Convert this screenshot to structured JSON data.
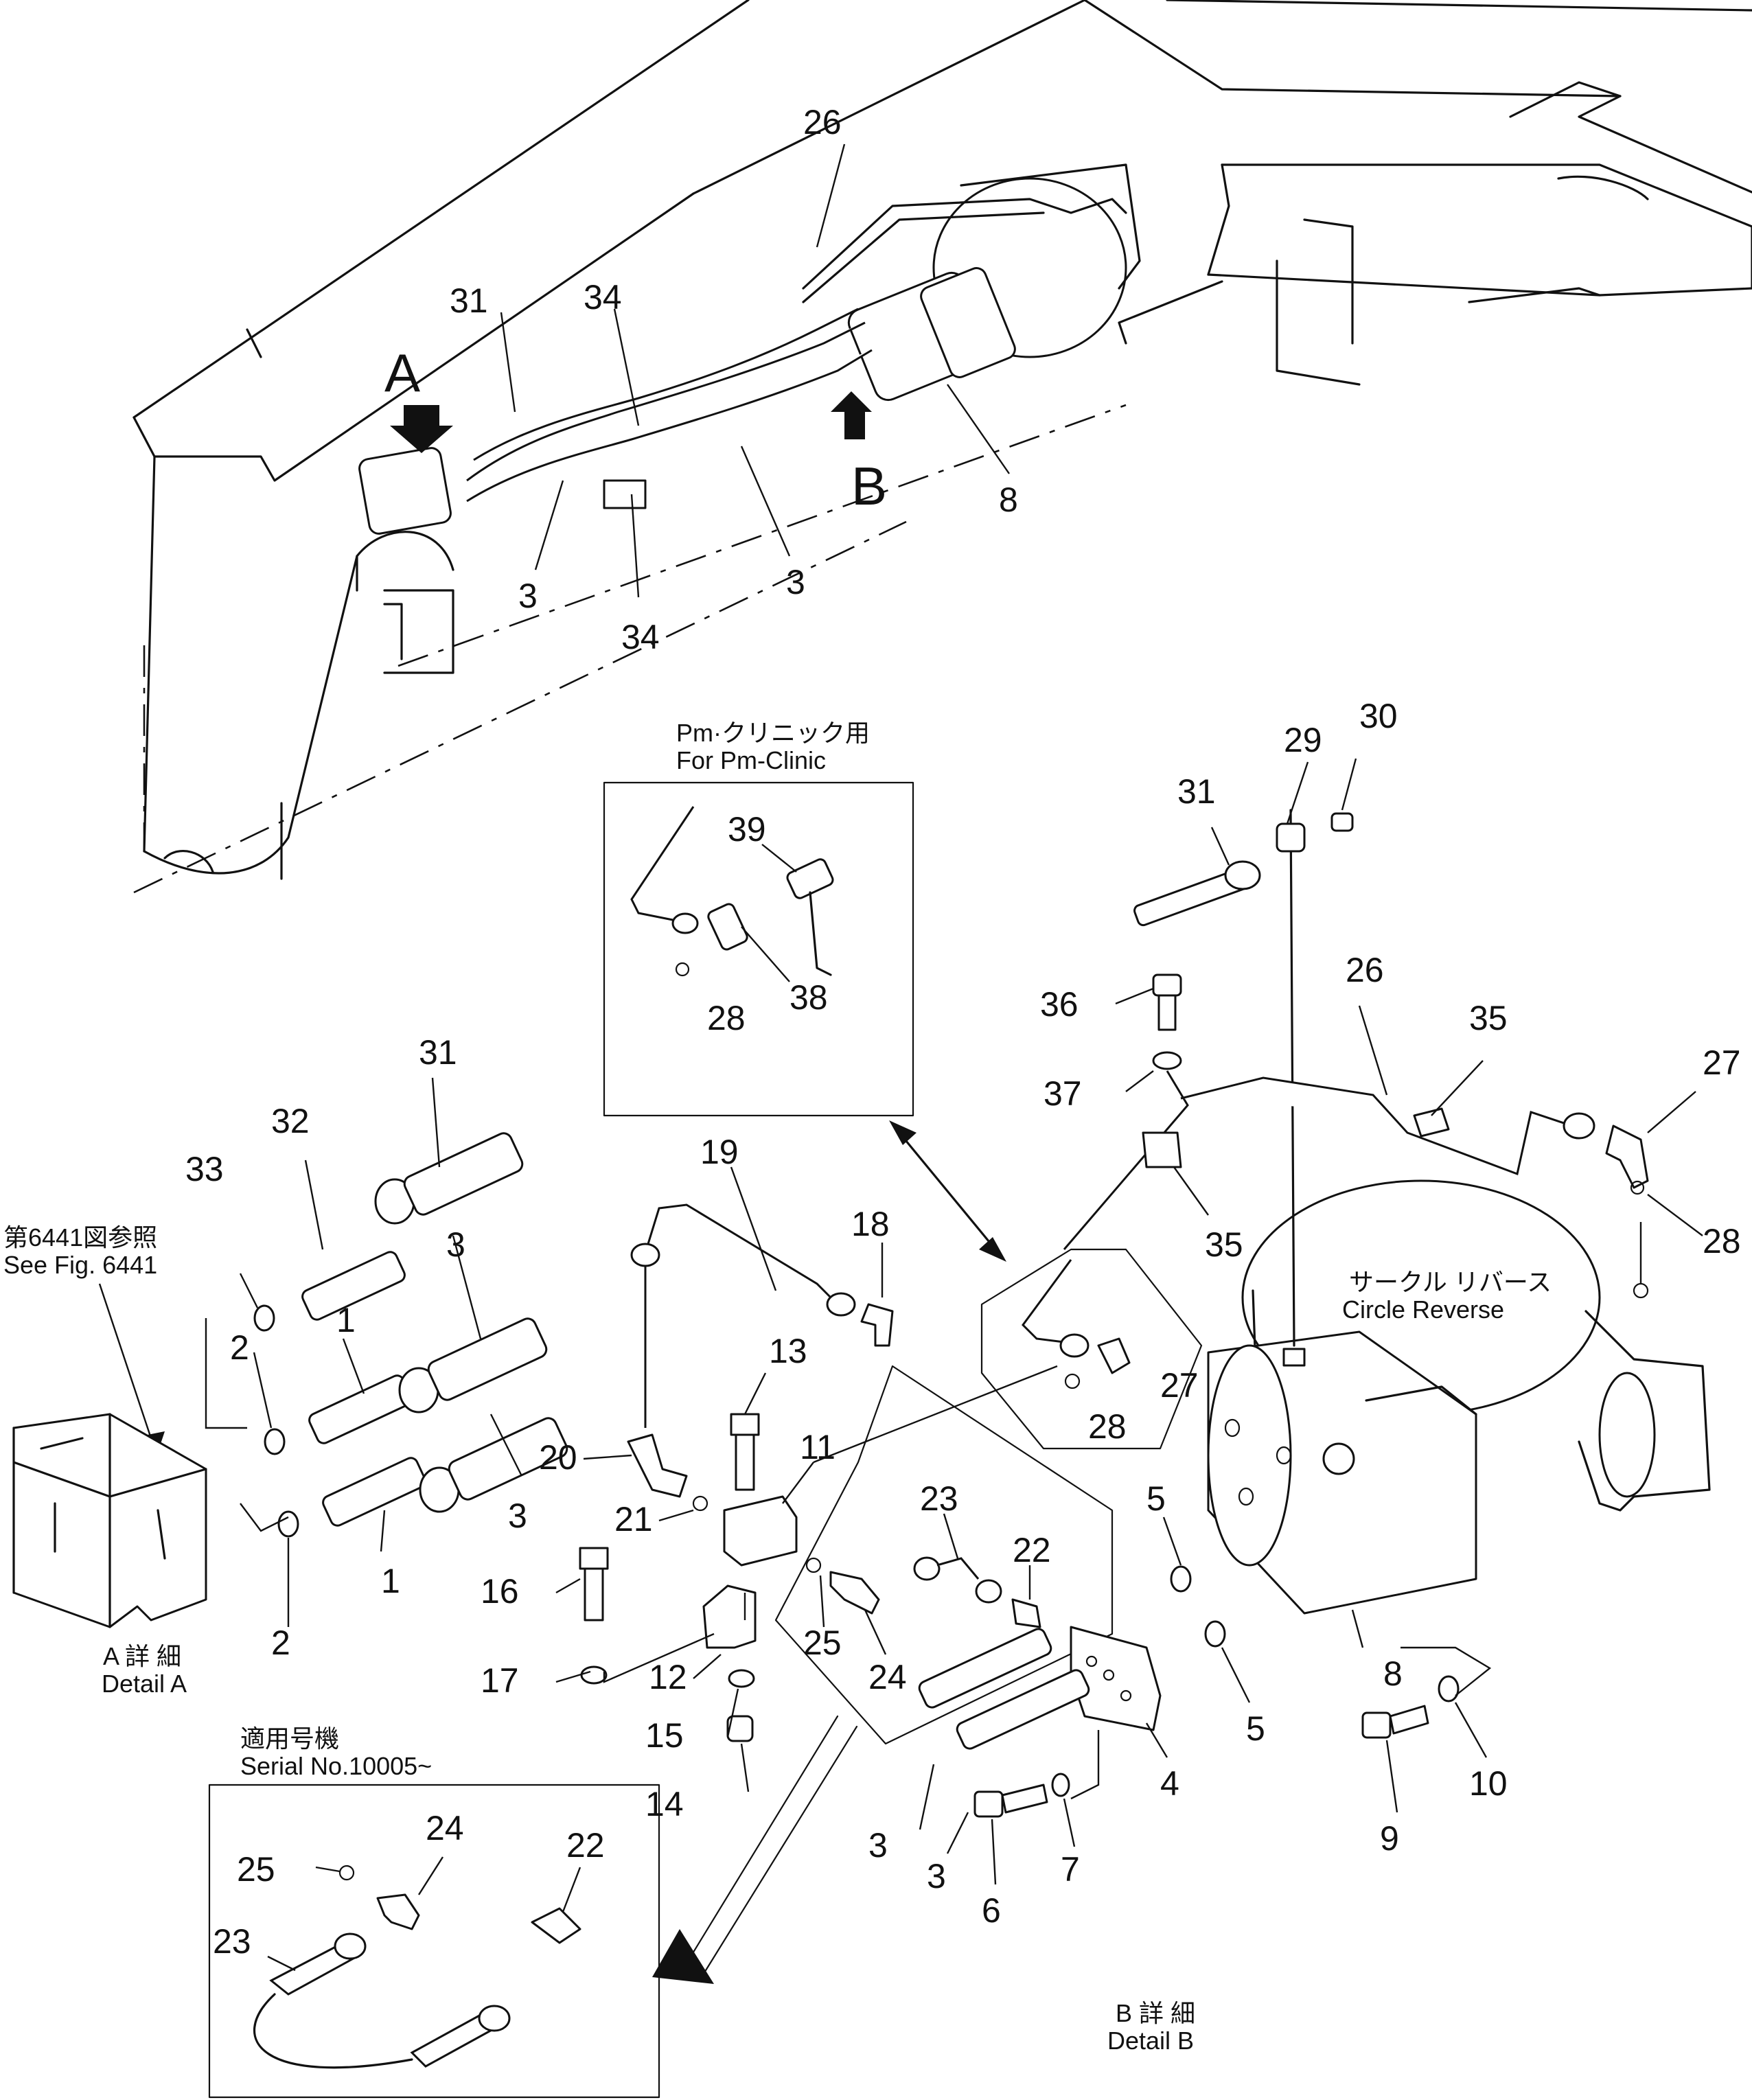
{
  "callouts": {
    "top_view": {
      "n26": "26",
      "n31": "31",
      "n34a": "34",
      "n34b": "34",
      "n3a": "3",
      "n3b": "3",
      "n8": "8",
      "viewA": "A",
      "viewB": "B"
    },
    "pm_clinic": {
      "title_jp": "Pm·クリニック用",
      "title_en": "For Pm-Clinic",
      "n39": "39",
      "n38": "38",
      "n28": "28"
    },
    "detail_a": {
      "ref_jp": "第6441図参照",
      "ref_en": "See Fig. 6441",
      "caption_jp": "A 詳 細",
      "caption_en": "Detail A",
      "n33": "33",
      "n32": "32",
      "n31": "31",
      "n3a": "3",
      "n3b": "3",
      "n1a": "1",
      "n1b": "1",
      "n2a": "2",
      "n2b": "2"
    },
    "center": {
      "n19": "19",
      "n18": "18",
      "n13": "13",
      "n11": "11",
      "n20": "20",
      "n21": "21",
      "n16": "16",
      "n17": "17",
      "n12": "12",
      "n15": "15",
      "n14": "14"
    },
    "middle": {
      "n23": "23",
      "n22": "22",
      "n25": "25",
      "n24": "24",
      "n27": "27",
      "n28": "28"
    },
    "detail_b": {
      "caption_jp": "B 詳 細",
      "caption_en": "Detail B",
      "circle_jp": "サークル リバース",
      "circle_en": "Circle Reverse",
      "n31": "31",
      "n29": "29",
      "n30": "30",
      "n26": "26",
      "n35a": "35",
      "n35b": "35",
      "n27": "27",
      "n28": "28",
      "n36": "36",
      "n37": "37",
      "n5a": "5",
      "n5b": "5",
      "n8": "8",
      "n4": "4",
      "n3a": "3",
      "n3b": "3",
      "n6": "6",
      "n7": "7",
      "n9": "9",
      "n10": "10"
    },
    "serial": {
      "title_jp": "適用号機",
      "title_en": "Serial No.10005~",
      "n25": "25",
      "n24": "24",
      "n22": "22",
      "n23": "23"
    }
  }
}
